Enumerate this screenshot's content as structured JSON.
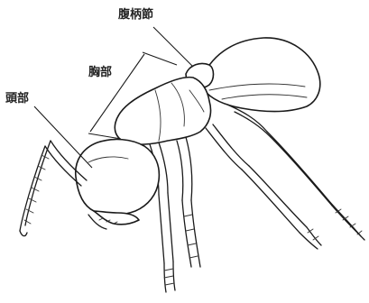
{
  "labels": {
    "petiole": "腹柄節",
    "thorax": "胸部",
    "head": "頭部"
  }
}
